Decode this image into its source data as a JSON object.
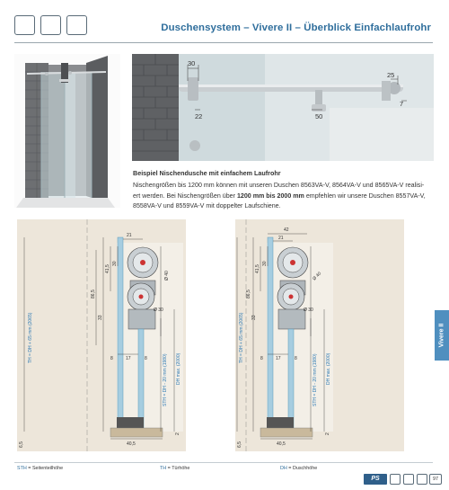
{
  "header": {
    "title": "Duschensystem – Vivere II – Überblick Einfachlaufrohr"
  },
  "detail": {
    "dims": [
      "30",
      "25",
      "22",
      "50",
      "7"
    ]
  },
  "example": {
    "title": "Beispiel Nischendusche mit einfachem Laufrohr",
    "p1": "Nischengrößen bis 1200 mm können mit unseren Duschen 8563VA-V, 8564VA-V und 8565VA-V realisi-",
    "p2a": "ert werden. Bei Nischengrößen über ",
    "p2b": "1200 mm bis 2000 mm",
    "p2c": " empfehlen wir unsere Duschen 8557VA-V,",
    "p3": "8558VA-V und 8559VA-V mit doppelter Laufschiene."
  },
  "drawing1": {
    "top_dim": "21",
    "d41": "41,5",
    "d30": "30",
    "d865": "86,5",
    "d33": "33",
    "d8a": "8",
    "d17": "17",
    "d8b": "8",
    "d40": "Ø 40",
    "d30b": "Ø 30",
    "th": "TH = DH + 65 mm (2065)",
    "sth": "STH = DH - 20 mm (1980)",
    "dh": "DH max. (2000)",
    "d65": "6,5",
    "d405": "40,5",
    "d2": "2"
  },
  "drawing2": {
    "top_dim": "42",
    "top_dim2": "21",
    "d41": "41,5",
    "d30": "30",
    "d865": "86,5",
    "d33": "33",
    "d8a": "8",
    "d17": "17",
    "d8b": "8",
    "d40": "Ø 40",
    "d30b": "Ø 30",
    "th": "TH = DH + 65 mm (2065)",
    "sth": "STH = DH - 20 mm (1980)",
    "dh": "DH max. (2000)",
    "d65": "6,5",
    "d405": "40,5",
    "d2": "2"
  },
  "side_tab": "Vivere II",
  "legend": [
    {
      "key": "STH",
      "text": " = Seitenteilhöhe"
    },
    {
      "key": "TH",
      "text": " = Türhöhe"
    },
    {
      "key": "DH",
      "text": " = Duschhöhe"
    }
  ],
  "footer": {
    "page": "97"
  }
}
